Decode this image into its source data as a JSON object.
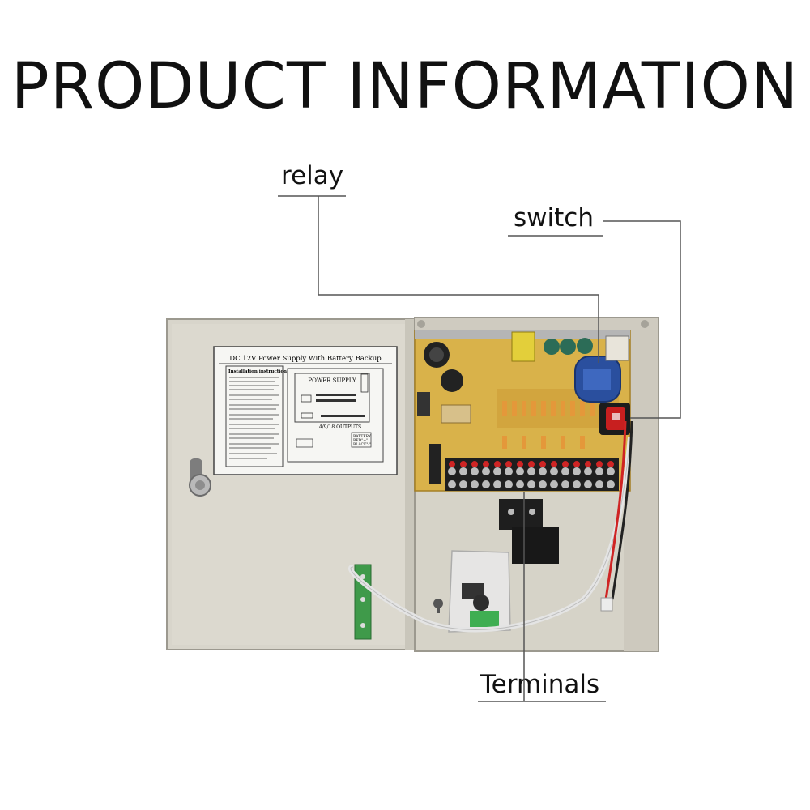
{
  "title": "PRODUCT INFORMATION",
  "callouts": {
    "relay": "relay",
    "switch": "switch",
    "terminals": "Terminals"
  },
  "label_card": {
    "header": "DC 12V Power Supply With Battery Backup",
    "instructions_title": "Installation instruction:",
    "board_title": "POWER SUPPLY",
    "outputs_label": "4/9/18 OUTPUTS",
    "battery_lines": [
      "BATTERY",
      "RED\"+\"",
      "BLACK\"-\""
    ]
  },
  "colors": {
    "enclosure": "#d6d3c8",
    "pcb": "#d9b24a",
    "relay": "#2a4f9e",
    "switch": "#c81f1f",
    "leader_lines": "#555555"
  }
}
